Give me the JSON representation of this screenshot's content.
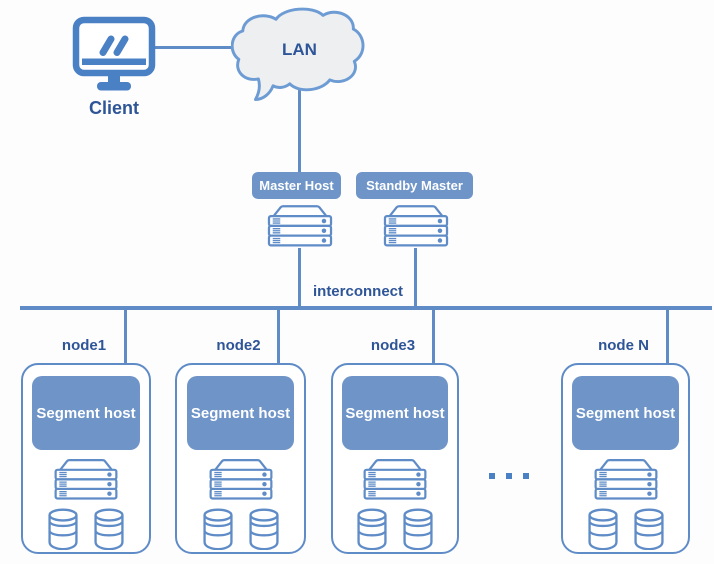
{
  "client": {
    "label": "Client",
    "icon": "monitor-icon"
  },
  "lan": {
    "label": "LAN",
    "icon": "cloud-icon"
  },
  "masters": [
    {
      "label": "Master Host",
      "icon": "server-icon"
    },
    {
      "label": "Standby Master",
      "icon": "server-icon"
    }
  ],
  "interconnect": {
    "label": "interconnect"
  },
  "nodes": [
    {
      "label": "node1",
      "segment_label": "Segment host"
    },
    {
      "label": "node2",
      "segment_label": "Segment host"
    },
    {
      "label": "node3",
      "segment_label": "Segment host"
    },
    {
      "label": "node N",
      "segment_label": "Segment host"
    }
  ],
  "more_nodes_indicator": "...",
  "colors": {
    "text_blue": "#2e5597",
    "fill_blue": "#6e94c8",
    "stroke_blue": "#5f8cc7",
    "client_icon_blue": "#4a80c4",
    "cloud_fill": "#edeff1",
    "cloud_stroke": "#6d9bd3",
    "background": "#fdfdfe"
  }
}
